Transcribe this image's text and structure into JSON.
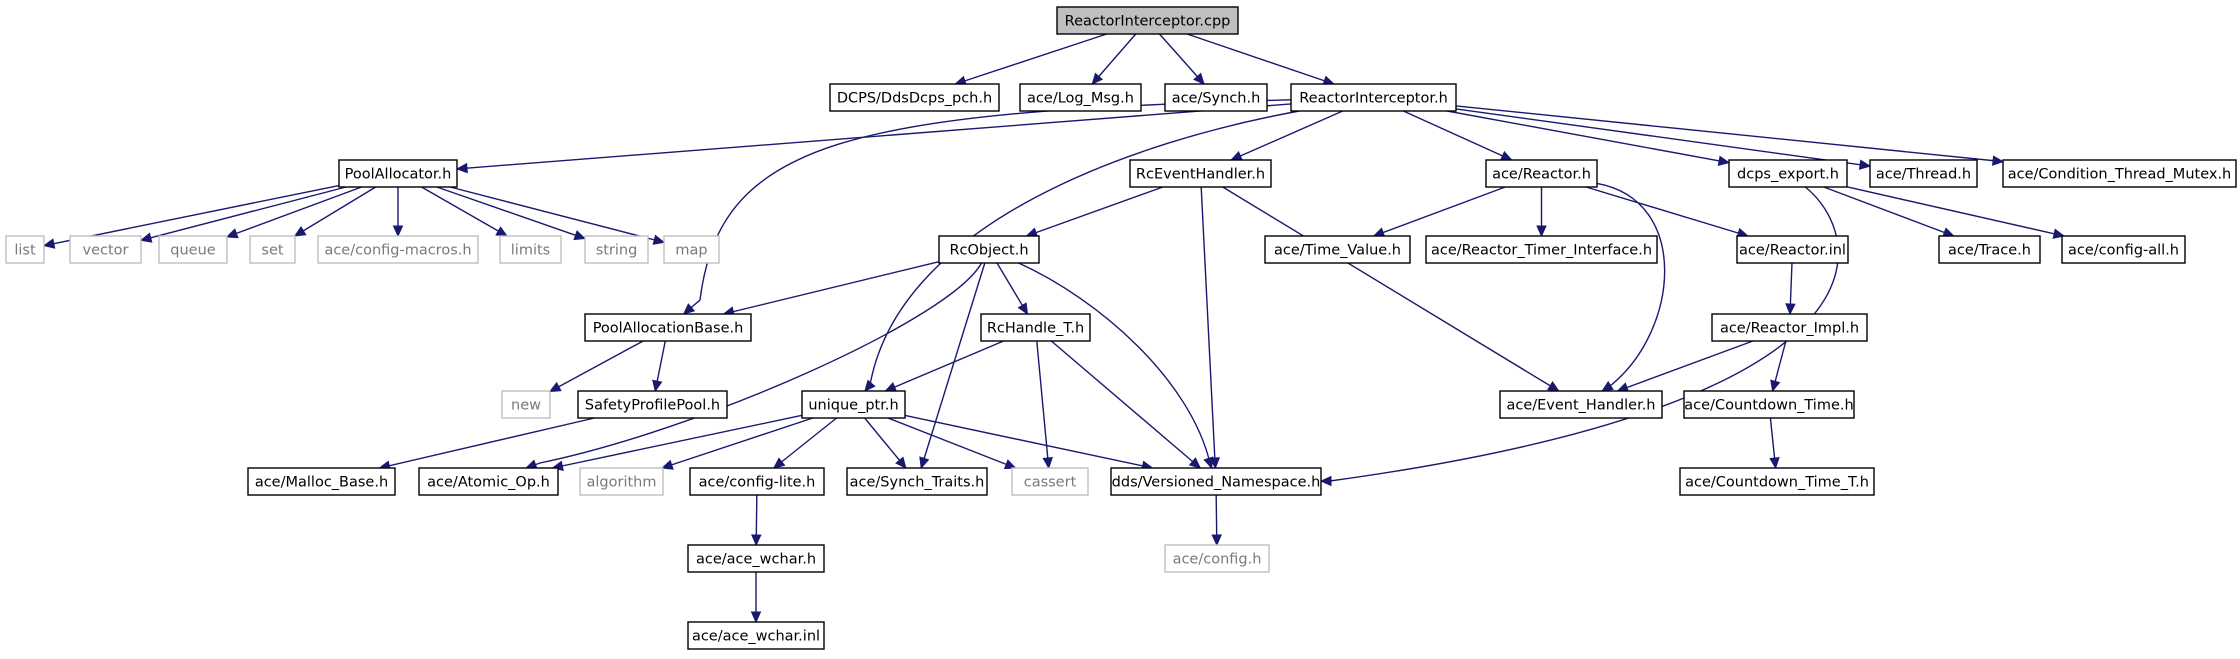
{
  "diagram": {
    "nodes": [
      {
        "id": "root",
        "label": "ReactorInterceptor.cpp",
        "kind": "root"
      },
      {
        "id": "dcps_pch",
        "label": "DCPS/DdsDcps_pch.h",
        "kind": "header"
      },
      {
        "id": "log_msg",
        "label": "ace/Log_Msg.h",
        "kind": "header"
      },
      {
        "id": "synch",
        "label": "ace/Synch.h",
        "kind": "header"
      },
      {
        "id": "ri_h",
        "label": "ReactorInterceptor.h",
        "kind": "header"
      },
      {
        "id": "poolalloc",
        "label": "PoolAllocator.h",
        "kind": "header"
      },
      {
        "id": "rceh",
        "label": "RcEventHandler.h",
        "kind": "header"
      },
      {
        "id": "reactor_h",
        "label": "ace/Reactor.h",
        "kind": "header"
      },
      {
        "id": "dcps_export",
        "label": "dcps_export.h",
        "kind": "header"
      },
      {
        "id": "thread",
        "label": "ace/Thread.h",
        "kind": "header"
      },
      {
        "id": "cond_mutex",
        "label": "ace/Condition_Thread_Mutex.h",
        "kind": "header"
      },
      {
        "id": "list",
        "label": "list",
        "kind": "system"
      },
      {
        "id": "vector",
        "label": "vector",
        "kind": "system"
      },
      {
        "id": "queue",
        "label": "queue",
        "kind": "system"
      },
      {
        "id": "set",
        "label": "set",
        "kind": "system"
      },
      {
        "id": "config_macros",
        "label": "ace/config-macros.h",
        "kind": "system"
      },
      {
        "id": "limits",
        "label": "limits",
        "kind": "system"
      },
      {
        "id": "string",
        "label": "string",
        "kind": "system"
      },
      {
        "id": "map",
        "label": "map",
        "kind": "system"
      },
      {
        "id": "rcobject",
        "label": "RcObject.h",
        "kind": "header"
      },
      {
        "id": "time_value",
        "label": "ace/Time_Value.h",
        "kind": "header"
      },
      {
        "id": "timer_iface",
        "label": "ace/Reactor_Timer_Interface.h",
        "kind": "header"
      },
      {
        "id": "reactor_inl",
        "label": "ace/Reactor.inl",
        "kind": "header"
      },
      {
        "id": "trace",
        "label": "ace/Trace.h",
        "kind": "header"
      },
      {
        "id": "config_all",
        "label": "ace/config-all.h",
        "kind": "header"
      },
      {
        "id": "poolallocbase",
        "label": "PoolAllocationBase.h",
        "kind": "header"
      },
      {
        "id": "rchandle",
        "label": "RcHandle_T.h",
        "kind": "header"
      },
      {
        "id": "reactor_impl",
        "label": "ace/Reactor_Impl.h",
        "kind": "header"
      },
      {
        "id": "new",
        "label": "new",
        "kind": "system"
      },
      {
        "id": "safetypool",
        "label": "SafetyProfilePool.h",
        "kind": "header"
      },
      {
        "id": "unique_ptr",
        "label": "unique_ptr.h",
        "kind": "header"
      },
      {
        "id": "event_handler",
        "label": "ace/Event_Handler.h",
        "kind": "header"
      },
      {
        "id": "countdown",
        "label": "ace/Countdown_Time.h",
        "kind": "header"
      },
      {
        "id": "malloc_base",
        "label": "ace/Malloc_Base.h",
        "kind": "header"
      },
      {
        "id": "atomic_op",
        "label": "ace/Atomic_Op.h",
        "kind": "header"
      },
      {
        "id": "algorithm",
        "label": "algorithm",
        "kind": "system"
      },
      {
        "id": "config_lite",
        "label": "ace/config-lite.h",
        "kind": "header"
      },
      {
        "id": "synch_traits",
        "label": "ace/Synch_Traits.h",
        "kind": "header"
      },
      {
        "id": "cassert",
        "label": "cassert",
        "kind": "system"
      },
      {
        "id": "versioned_ns",
        "label": "dds/Versioned_Namespace.h",
        "kind": "header"
      },
      {
        "id": "countdown_t",
        "label": "ace/Countdown_Time_T.h",
        "kind": "header"
      },
      {
        "id": "ace_wchar",
        "label": "ace/ace_wchar.h",
        "kind": "header"
      },
      {
        "id": "config_h",
        "label": "ace/config.h",
        "kind": "system"
      },
      {
        "id": "ace_wchar_inl",
        "label": "ace/ace_wchar.inl",
        "kind": "header"
      }
    ],
    "edges": [
      [
        "root",
        "dcps_pch"
      ],
      [
        "root",
        "log_msg"
      ],
      [
        "root",
        "synch"
      ],
      [
        "root",
        "ri_h"
      ],
      [
        "ri_h",
        "poolalloc"
      ],
      [
        "ri_h",
        "rceh"
      ],
      [
        "ri_h",
        "reactor_h"
      ],
      [
        "ri_h",
        "dcps_export"
      ],
      [
        "ri_h",
        "thread"
      ],
      [
        "ri_h",
        "cond_mutex"
      ],
      [
        "ri_h",
        "poolallocbase"
      ],
      [
        "ri_h",
        "unique_ptr"
      ],
      [
        "poolalloc",
        "list"
      ],
      [
        "poolalloc",
        "vector"
      ],
      [
        "poolalloc",
        "queue"
      ],
      [
        "poolalloc",
        "set"
      ],
      [
        "poolalloc",
        "config_macros"
      ],
      [
        "poolalloc",
        "limits"
      ],
      [
        "poolalloc",
        "string"
      ],
      [
        "poolalloc",
        "map"
      ],
      [
        "rceh",
        "rcobject"
      ],
      [
        "rceh",
        "versioned_ns"
      ],
      [
        "rceh",
        "event_handler"
      ],
      [
        "reactor_h",
        "time_value"
      ],
      [
        "reactor_h",
        "timer_iface"
      ],
      [
        "reactor_h",
        "reactor_inl"
      ],
      [
        "reactor_h",
        "event_handler"
      ],
      [
        "dcps_export",
        "trace"
      ],
      [
        "dcps_export",
        "config_all"
      ],
      [
        "dcps_export",
        "versioned_ns"
      ],
      [
        "rcobject",
        "poolallocbase"
      ],
      [
        "rcobject",
        "rchandle"
      ],
      [
        "rcobject",
        "atomic_op"
      ],
      [
        "rcobject",
        "synch_traits"
      ],
      [
        "rcobject",
        "versioned_ns"
      ],
      [
        "reactor_inl",
        "reactor_impl"
      ],
      [
        "poolallocbase",
        "new"
      ],
      [
        "poolallocbase",
        "safetypool"
      ],
      [
        "rchandle",
        "unique_ptr"
      ],
      [
        "rchandle",
        "cassert"
      ],
      [
        "rchandle",
        "versioned_ns"
      ],
      [
        "reactor_impl",
        "event_handler"
      ],
      [
        "reactor_impl",
        "countdown"
      ],
      [
        "safetypool",
        "malloc_base"
      ],
      [
        "unique_ptr",
        "atomic_op"
      ],
      [
        "unique_ptr",
        "algorithm"
      ],
      [
        "unique_ptr",
        "config_lite"
      ],
      [
        "unique_ptr",
        "synch_traits"
      ],
      [
        "unique_ptr",
        "cassert"
      ],
      [
        "unique_ptr",
        "versioned_ns"
      ],
      [
        "countdown",
        "countdown_t"
      ],
      [
        "config_lite",
        "ace_wchar"
      ],
      [
        "versioned_ns",
        "config_h"
      ],
      [
        "ace_wchar",
        "ace_wchar_inl"
      ]
    ]
  }
}
